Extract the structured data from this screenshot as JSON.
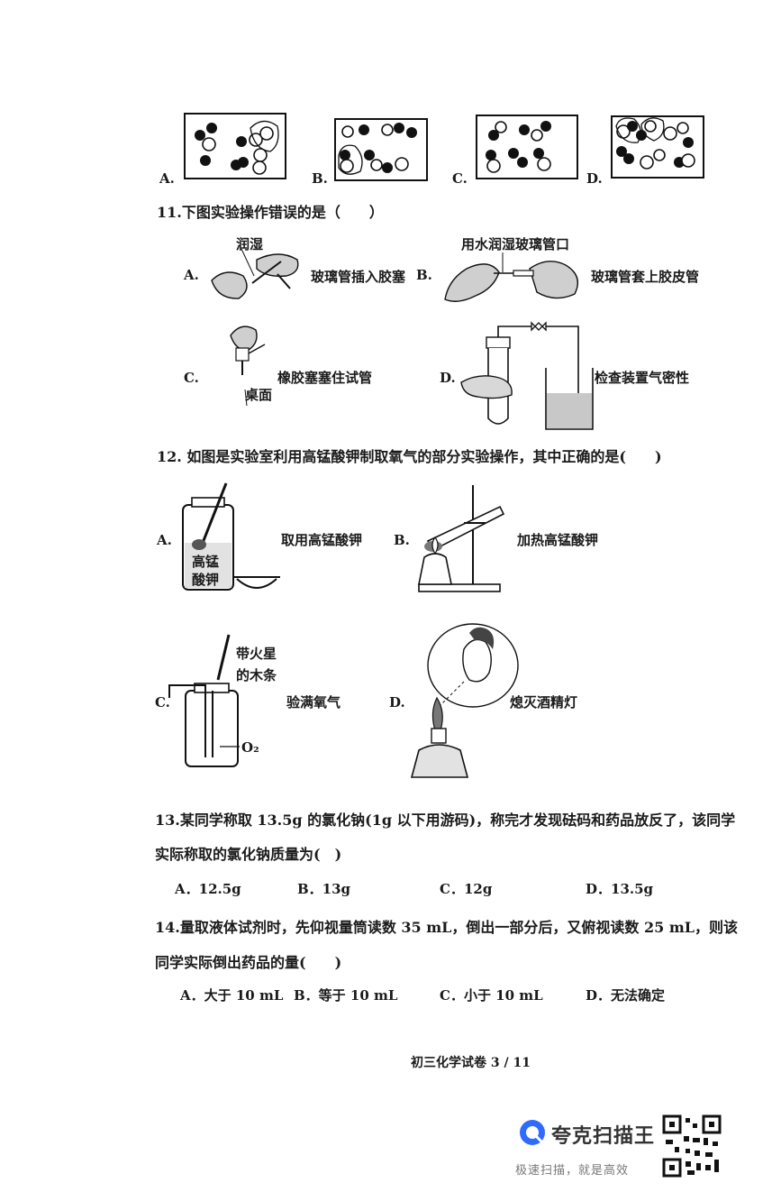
{
  "q10": {
    "options": [
      "A.",
      "B.",
      "C.",
      "D."
    ]
  },
  "q11": {
    "stem": "11.下图实验操作错误的是（　　）",
    "a_label": "A.",
    "a_note_top": "润湿",
    "a_caption": "玻璃管插入胶塞",
    "b_label": "B.",
    "b_note_top": "用水润湿玻璃管口",
    "b_caption": "玻璃管套上胶皮管",
    "c_label": "C.",
    "c_caption": "橡胶塞塞住试管",
    "c_note_bottom": "桌面",
    "d_label": "D.",
    "d_caption": "检查装置气密性"
  },
  "q12": {
    "stem": "12. 如图是实验室利用高锰酸钾制取氧气的部分实验操作，其中正确的是(　　)",
    "a_label": "A.",
    "a_caption": "取用高锰酸钾",
    "a_bottle_line1": "高锰",
    "a_bottle_line2": "酸钾",
    "b_label": "B.",
    "b_caption": "加热高锰酸钾",
    "c_label": "C.",
    "c_caption": "验满氧气",
    "c_note_line1": "带火星",
    "c_note_line2": "的木条",
    "c_gas": "O₂",
    "d_label": "D.",
    "d_caption": "熄灭酒精灯"
  },
  "q13": {
    "stem_line1": "13.某同学称取 13.5g 的氯化钠(1g 以下用游码)，称完才发现砝码和药品放反了，该同学",
    "stem_line2": "实际称取的氯化钠质量为(　)",
    "options": [
      "A．12.5g",
      "B．13g",
      "C．12g",
      "D．13.5g"
    ]
  },
  "q14": {
    "stem_line1": "14.量取液体试剂时，先仰视量筒读数 35 mL，倒出一部分后，又俯视读数 25 mL，则该",
    "stem_line2": "同学实际倒出药品的量(　　)",
    "options": [
      "A．大于 10 mL",
      "B．等于 10 mL",
      "C．小于 10 mL",
      "D．无法确定"
    ]
  },
  "footer": {
    "page": "初三化学试卷 3 / 11"
  },
  "watermark": {
    "brand": "夸克扫描王",
    "slogan": "极速扫描，就是高效"
  }
}
